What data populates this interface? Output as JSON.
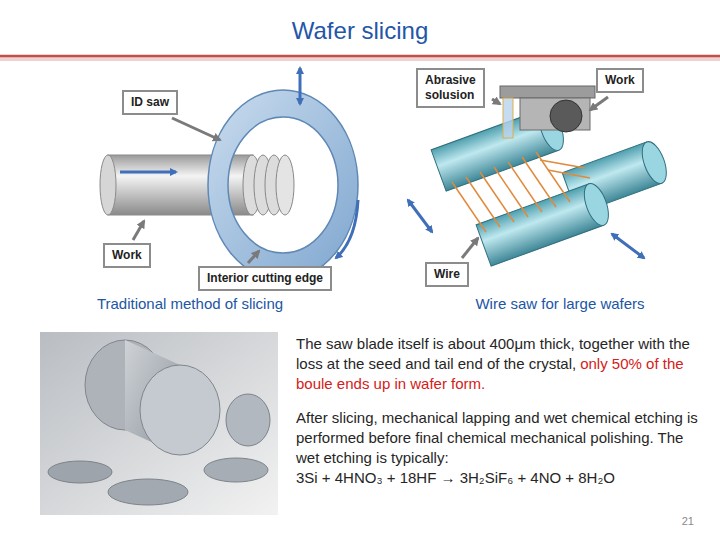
{
  "diagram": {
    "title": "Wafer slicing",
    "nodes": [
      {
        "text": [
          "ID saw"
        ]
      },
      {
        "text": [
          "Work"
        ]
      },
      {
        "text": [
          "Interior cutting edge"
        ]
      },
      {
        "text": [
          "Abrasive solusion"
        ]
      },
      {
        "text": [
          "Work"
        ]
      },
      {
        "text": [
          "Wire"
        ]
      }
    ],
    "labels": [
      "Traditional method of slicing",
      "Wire saw for large wafers",
      "The saw blade itself is about 400μm thick, together with the loss at the seed and tail end of the crystal,",
      "only 50% of the boule ends up in wafer form.",
      "After slicing, mechanical lapping and wet chemical etching is performed before final chemical mechanical polishing. The wet etching is typically:",
      "3Si + 4HNO₃ + 18HF → 3H₂SiF₆ + 4NO + 8H₂O",
      "21"
    ]
  }
}
